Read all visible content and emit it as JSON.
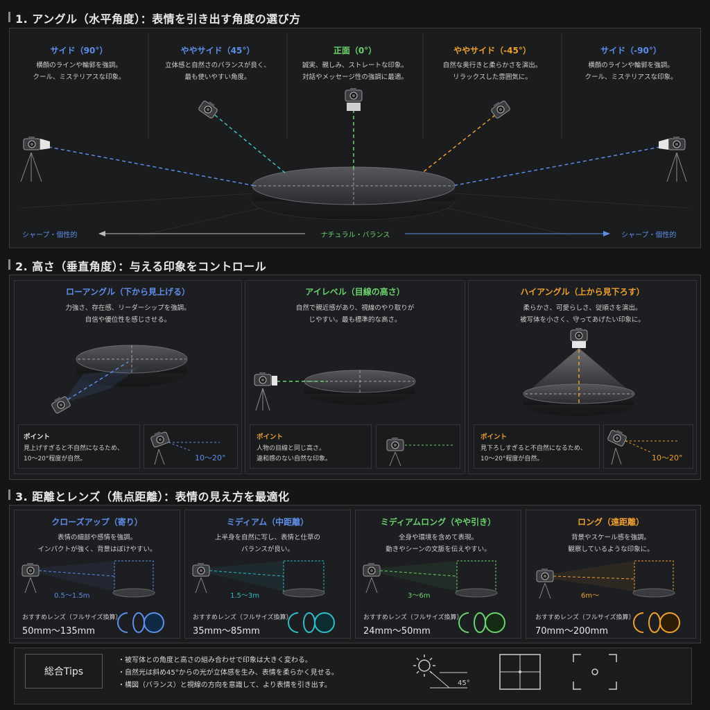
{
  "sections": {
    "s1": {
      "title": "1. アングル（水平角度）：表情を引き出す角度の選び方",
      "angles": [
        {
          "title": "サイド（90°）",
          "line1": "横顔のラインや輪郭を強調。",
          "line2": "クール、ミステリアスな印象。",
          "color": "#5d8ee8"
        },
        {
          "title": "ややサイド（45°）",
          "line1": "立体感と自然さのバランスが良く、",
          "line2": "最も使いやすい角度。",
          "color": "#5d8ee8"
        },
        {
          "title": "正面（0°）",
          "line1": "誠実、親しみ、ストレートな印象。",
          "line2": "対話やメッセージ性の強調に最適。",
          "color": "#6cd36c"
        },
        {
          "title": "ややサイド（-45°）",
          "line1": "自然な奥行きと柔らかさを演出。",
          "line2": "リラックスした雰囲気に。",
          "color": "#f0a030"
        },
        {
          "title": "サイド（-90°）",
          "line1": "横顔のラインや輪郭を強調。",
          "line2": "クール、ミステリアスな印象。",
          "color": "#5d8ee8"
        }
      ],
      "axis_left": "シャープ・個性的",
      "axis_center": "ナチュラル・バランス",
      "axis_right": "シャープ・個性的"
    },
    "s2": {
      "title": "2. 高さ（垂直角度）：与える印象をコントロール",
      "panels": [
        {
          "title": "ローアングル（下から見上げる）",
          "line1": "力強さ、存在感、リーダーシップを強調。",
          "line2": "自信や優位性を感じさせる。",
          "point_label": "ポイント",
          "point1": "見上げすぎると不自然になるため、",
          "point2": "10〜20°程度が自然。",
          "angle": "10〜20°",
          "color": "#5d8ee8"
        },
        {
          "title": "アイレベル（目線の高さ）",
          "line1": "自然で親近感があり、視線のやり取りが",
          "line2": "じやすい。最も標準的な高さ。",
          "point_label": "ポイント",
          "point1": "人物の目線と同じ高さ。",
          "point2": "違和感のない自然な印象。",
          "angle": "",
          "color": "#6cd36c"
        },
        {
          "title": "ハイアングル（上から見下ろす）",
          "line1": "柔らかさ、可愛らしさ、従順さを演出。",
          "line2": "被写体を小さく、守ってあげたい印象に。",
          "point_label": "ポイント",
          "point1": "見下ろしすぎると不自然になるため、",
          "point2": "10〜20°程度が自然。",
          "angle": "10〜20°",
          "color": "#f0a030"
        }
      ]
    },
    "s3": {
      "title": "3. 距離とレンズ（焦点距離）：表情の見え方を最適化",
      "panels": [
        {
          "title": "クローズアップ（寄り）",
          "line1": "表情の細部や感情を強調。",
          "line2": "インパクトが強く、背景はぼけやすい。",
          "distance": "0.5〜1.5m",
          "lens_label": "おすすめレンズ（フルサイズ換算）",
          "lens": "50mm〜135mm",
          "color": "#5d8ee8"
        },
        {
          "title": "ミディアム（中距離）",
          "line1": "上半身を自然に写し、表情と仕草の",
          "line2": "バランスが良い。",
          "distance": "1.5〜3m",
          "lens_label": "おすすめレンズ（フルサイズ換算）",
          "lens": "35mm〜85mm",
          "color": "#2fbcc8"
        },
        {
          "title": "ミディアムロング（やや引き）",
          "line1": "全身や環境を含めて表現。",
          "line2": "動きやシーンの文脈を伝えやすい。",
          "distance": "3〜6m",
          "lens_label": "おすすめレンズ（フルサイズ換算）",
          "lens": "24mm〜50mm",
          "color": "#6cd36c"
        },
        {
          "title": "ロング（遠距離）",
          "line1": "背景やスケール感を強調。",
          "line2": "観察しているような印象に。",
          "distance": "6m〜",
          "lens_label": "おすすめレンズ（フルサイズ換算）",
          "lens": "70mm〜200mm",
          "color": "#f0a030"
        }
      ]
    }
  },
  "tips": {
    "label": "総合Tips",
    "items": [
      "・被写体との角度と高さの組み合わせで印象は大きく変わる。",
      "・自然光は斜め45°からの光が立体感を生み、表情を柔らかく見せる。",
      "・構図（バランス）と視線の方向を意識して、より表情を引き出す。"
    ],
    "sun_angle": "45°"
  },
  "icons": {
    "camera": "camera-icon",
    "sun": "sun-icon",
    "grid": "grid-icon",
    "focus": "focus-frame-icon"
  }
}
